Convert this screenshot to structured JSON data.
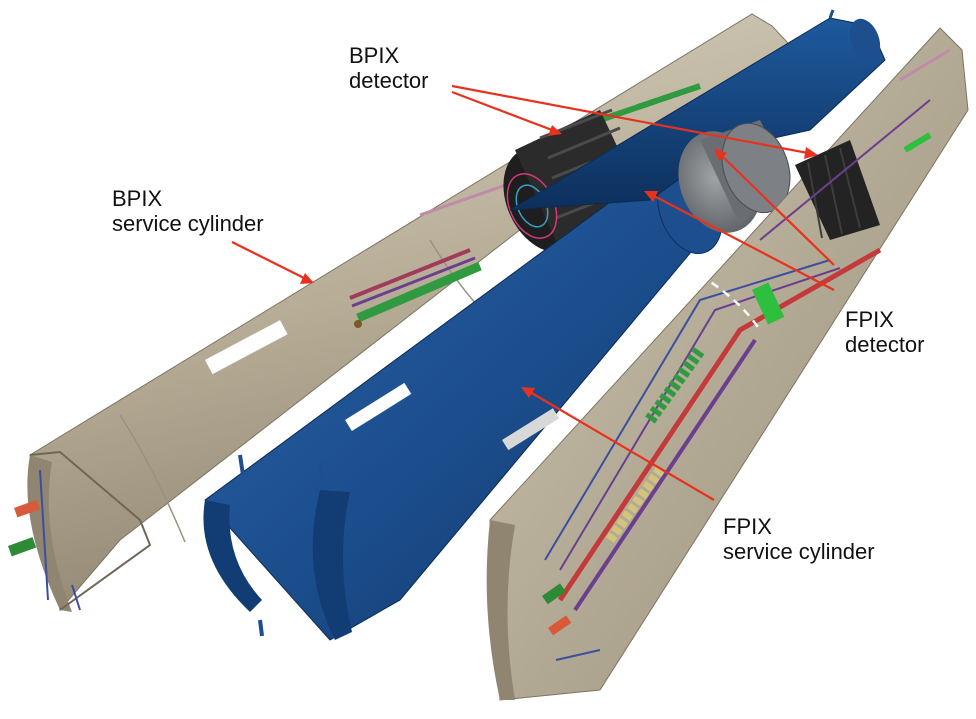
{
  "labels": {
    "bpix_detector": {
      "line1": "BPIX",
      "line2": "detector"
    },
    "bpix_service_cylinder": {
      "line1": "BPIX",
      "line2": "service cylinder"
    },
    "fpix_detector": {
      "line1": "FPIX",
      "line2": "detector"
    },
    "fpix_service_cylinder": {
      "line1": "FPIX",
      "line2": "service cylinder"
    }
  },
  "colors": {
    "arrow": "#e8321e",
    "bpix_cylinder": "#b5ab95",
    "fpix_cylinder": "#1d4f8f",
    "detector": "#232323",
    "cable_green": "#2f9a3f",
    "cable_purple": "#6a3f8e",
    "cable_red": "#c43a3a"
  }
}
